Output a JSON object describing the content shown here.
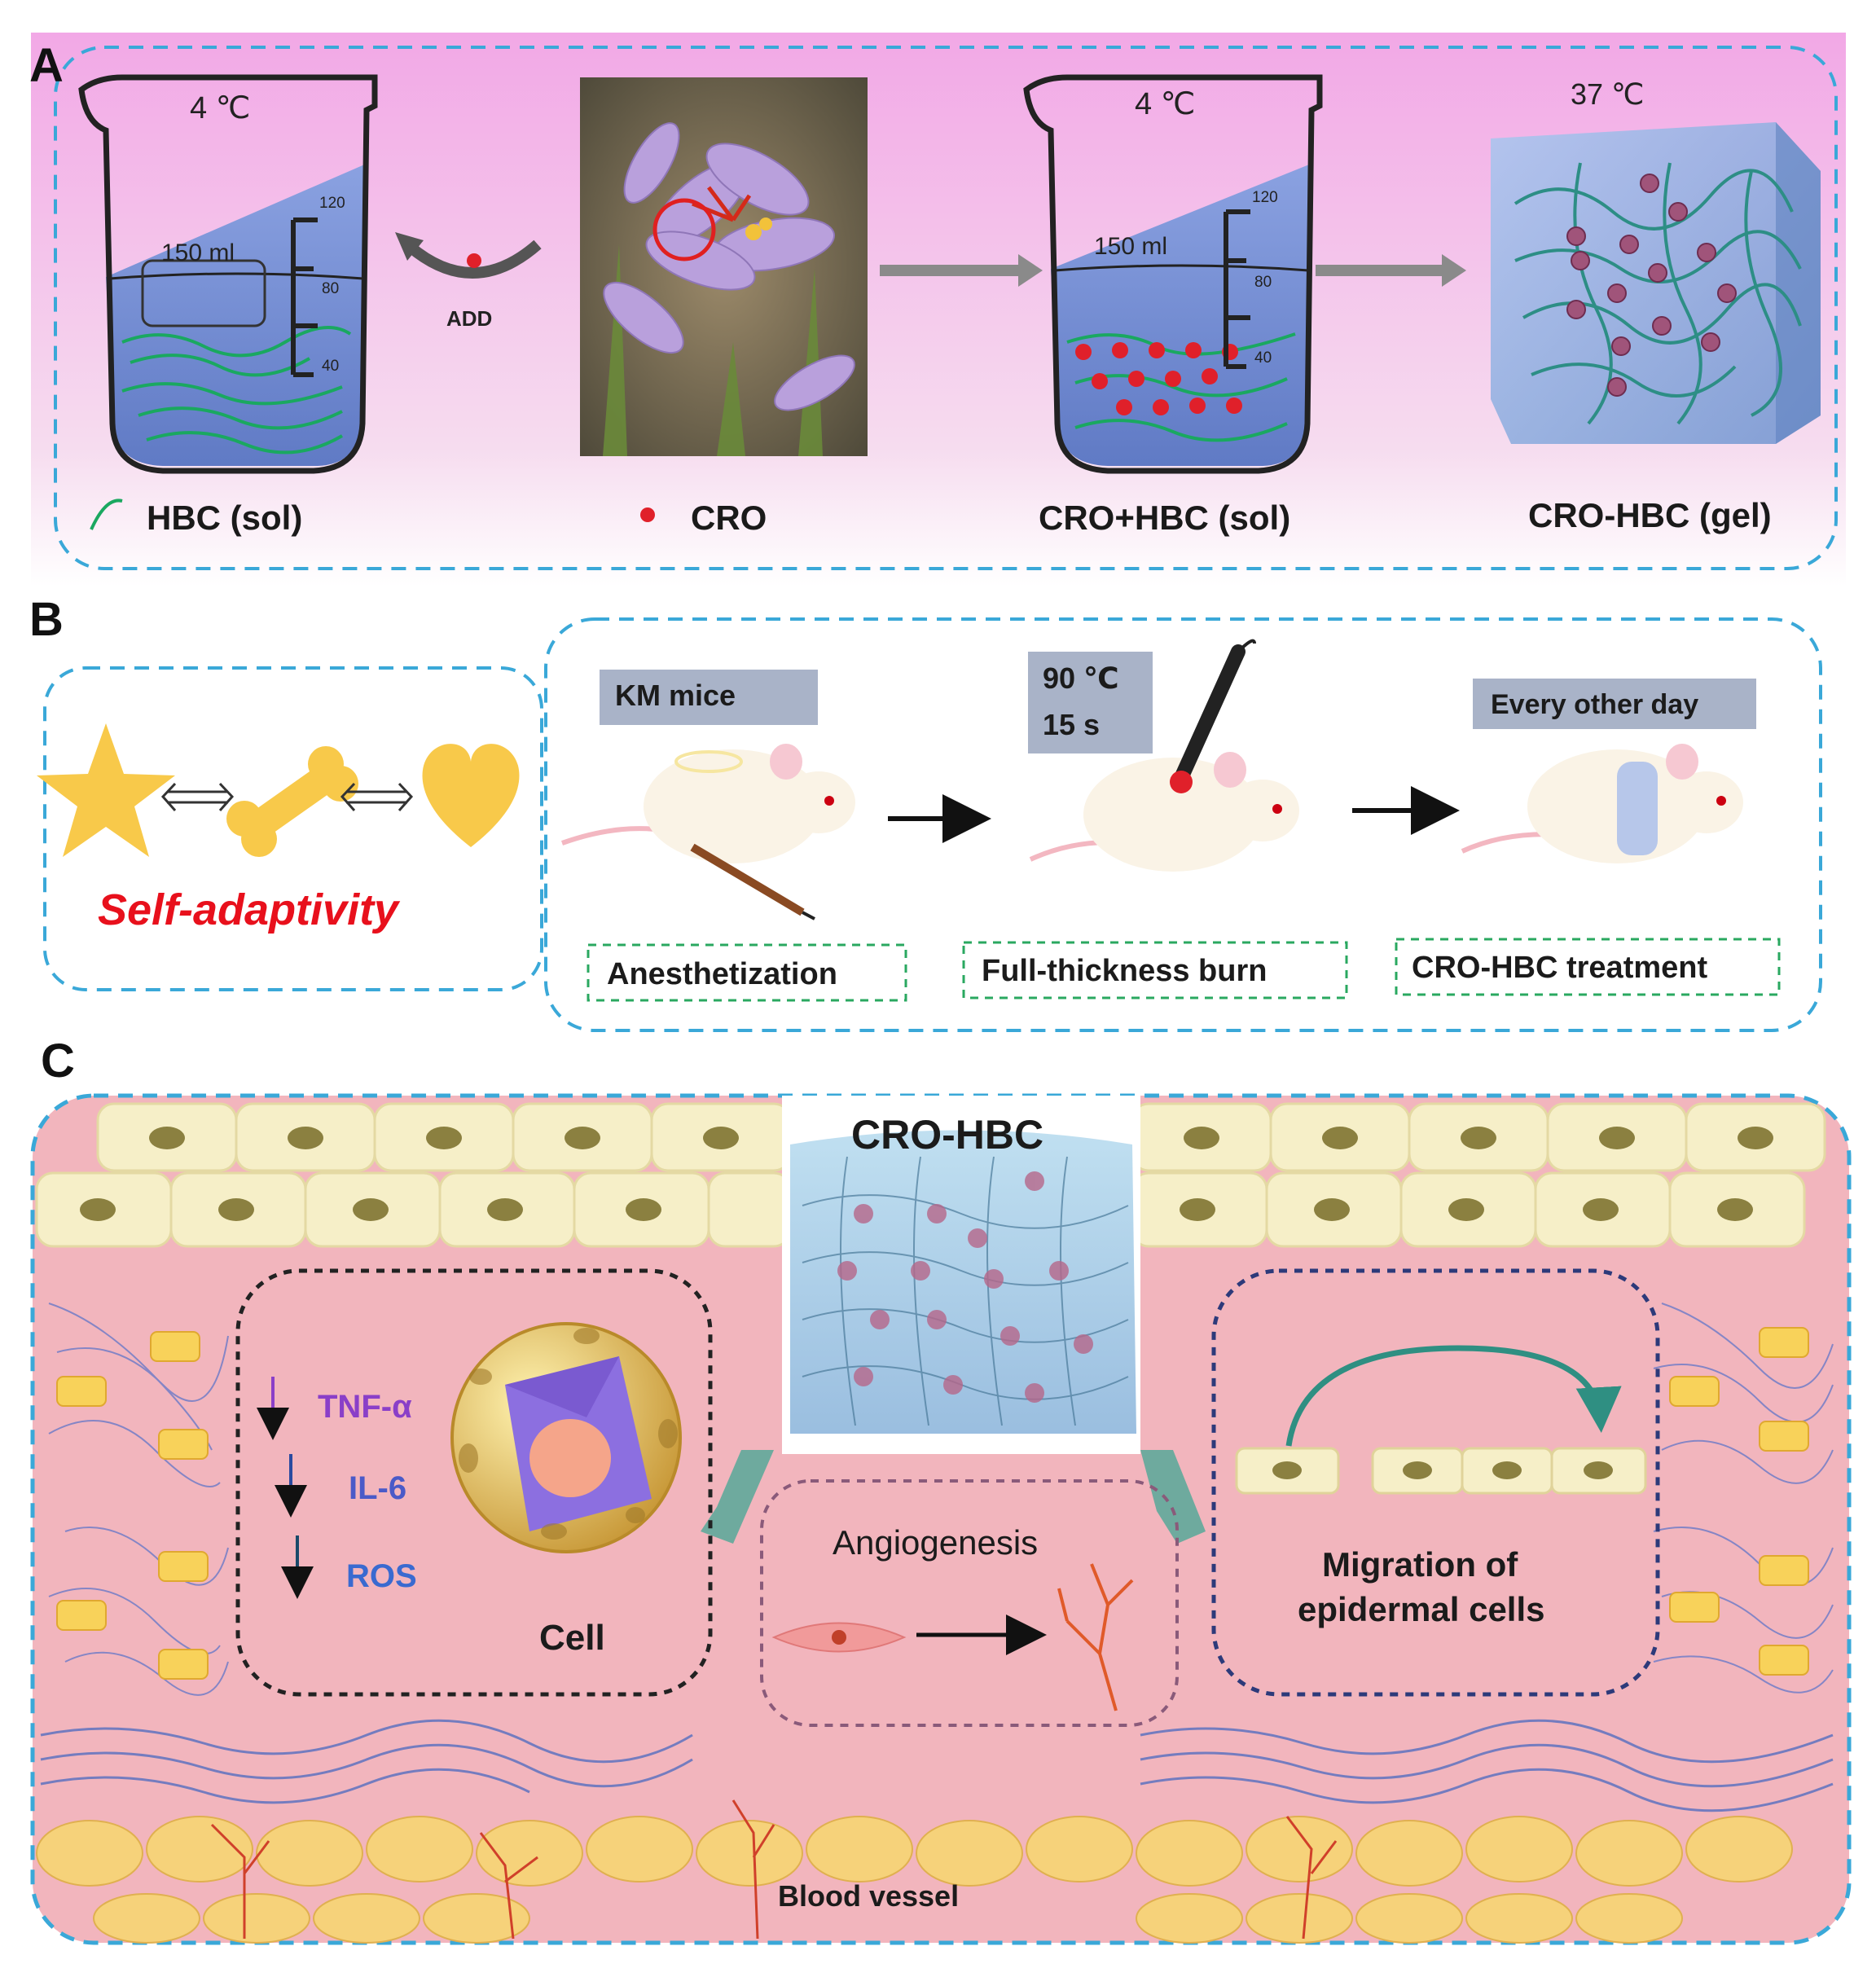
{
  "panels": {
    "a": "A",
    "b": "B",
    "c": "C"
  },
  "panel_a": {
    "beaker1": {
      "temp": "4 ℃",
      "volume": "150 ml",
      "ticks": [
        "120",
        "80",
        "40"
      ]
    },
    "add_label": "ADD",
    "beaker2": {
      "temp": "4 ℃",
      "volume": "150 ml",
      "ticks": [
        "120",
        "80",
        "40"
      ]
    },
    "gel_temp": "37 ℃",
    "labels": {
      "hbc_sol": "HBC (sol)",
      "cro": "CRO",
      "cro_hbc_sol": "CRO+HBC (sol)",
      "cro_hbc_gel": "CRO-HBC (gel)"
    }
  },
  "panel_b": {
    "self_adaptivity": "Self-adaptivity",
    "km_mice": "KM mice",
    "burn_temp": "90 ℃",
    "burn_time": "15 s",
    "every_other_day": "Every other day",
    "steps": [
      "Anesthetization",
      "Full-thickness burn",
      "CRO-HBC treatment"
    ]
  },
  "panel_c": {
    "gel_label": "CRO-HBC",
    "markers": [
      "TNF-α",
      "IL-6",
      "ROS"
    ],
    "cell_label": "Cell",
    "angiogenesis": "Angiogenesis",
    "migration_line1": "Migration of",
    "migration_line2": "epidermal cells",
    "blood_vessel": "Blood vessel"
  },
  "colors": {
    "panel_a_bg_top": "#f2a8e6",
    "dashed_border": "#3aa8d8",
    "skin_pink": "#f2b5bd",
    "gel_blue": "#8fb3e0",
    "cro_red": "#e0202a",
    "self_adaptivity_red": "#e8101c",
    "shape_yellow": "#f8c94a",
    "tnf_purple": "#8a3fc8",
    "il6_blue": "#4a5ac8",
    "ros_blue": "#3a6ad0"
  }
}
